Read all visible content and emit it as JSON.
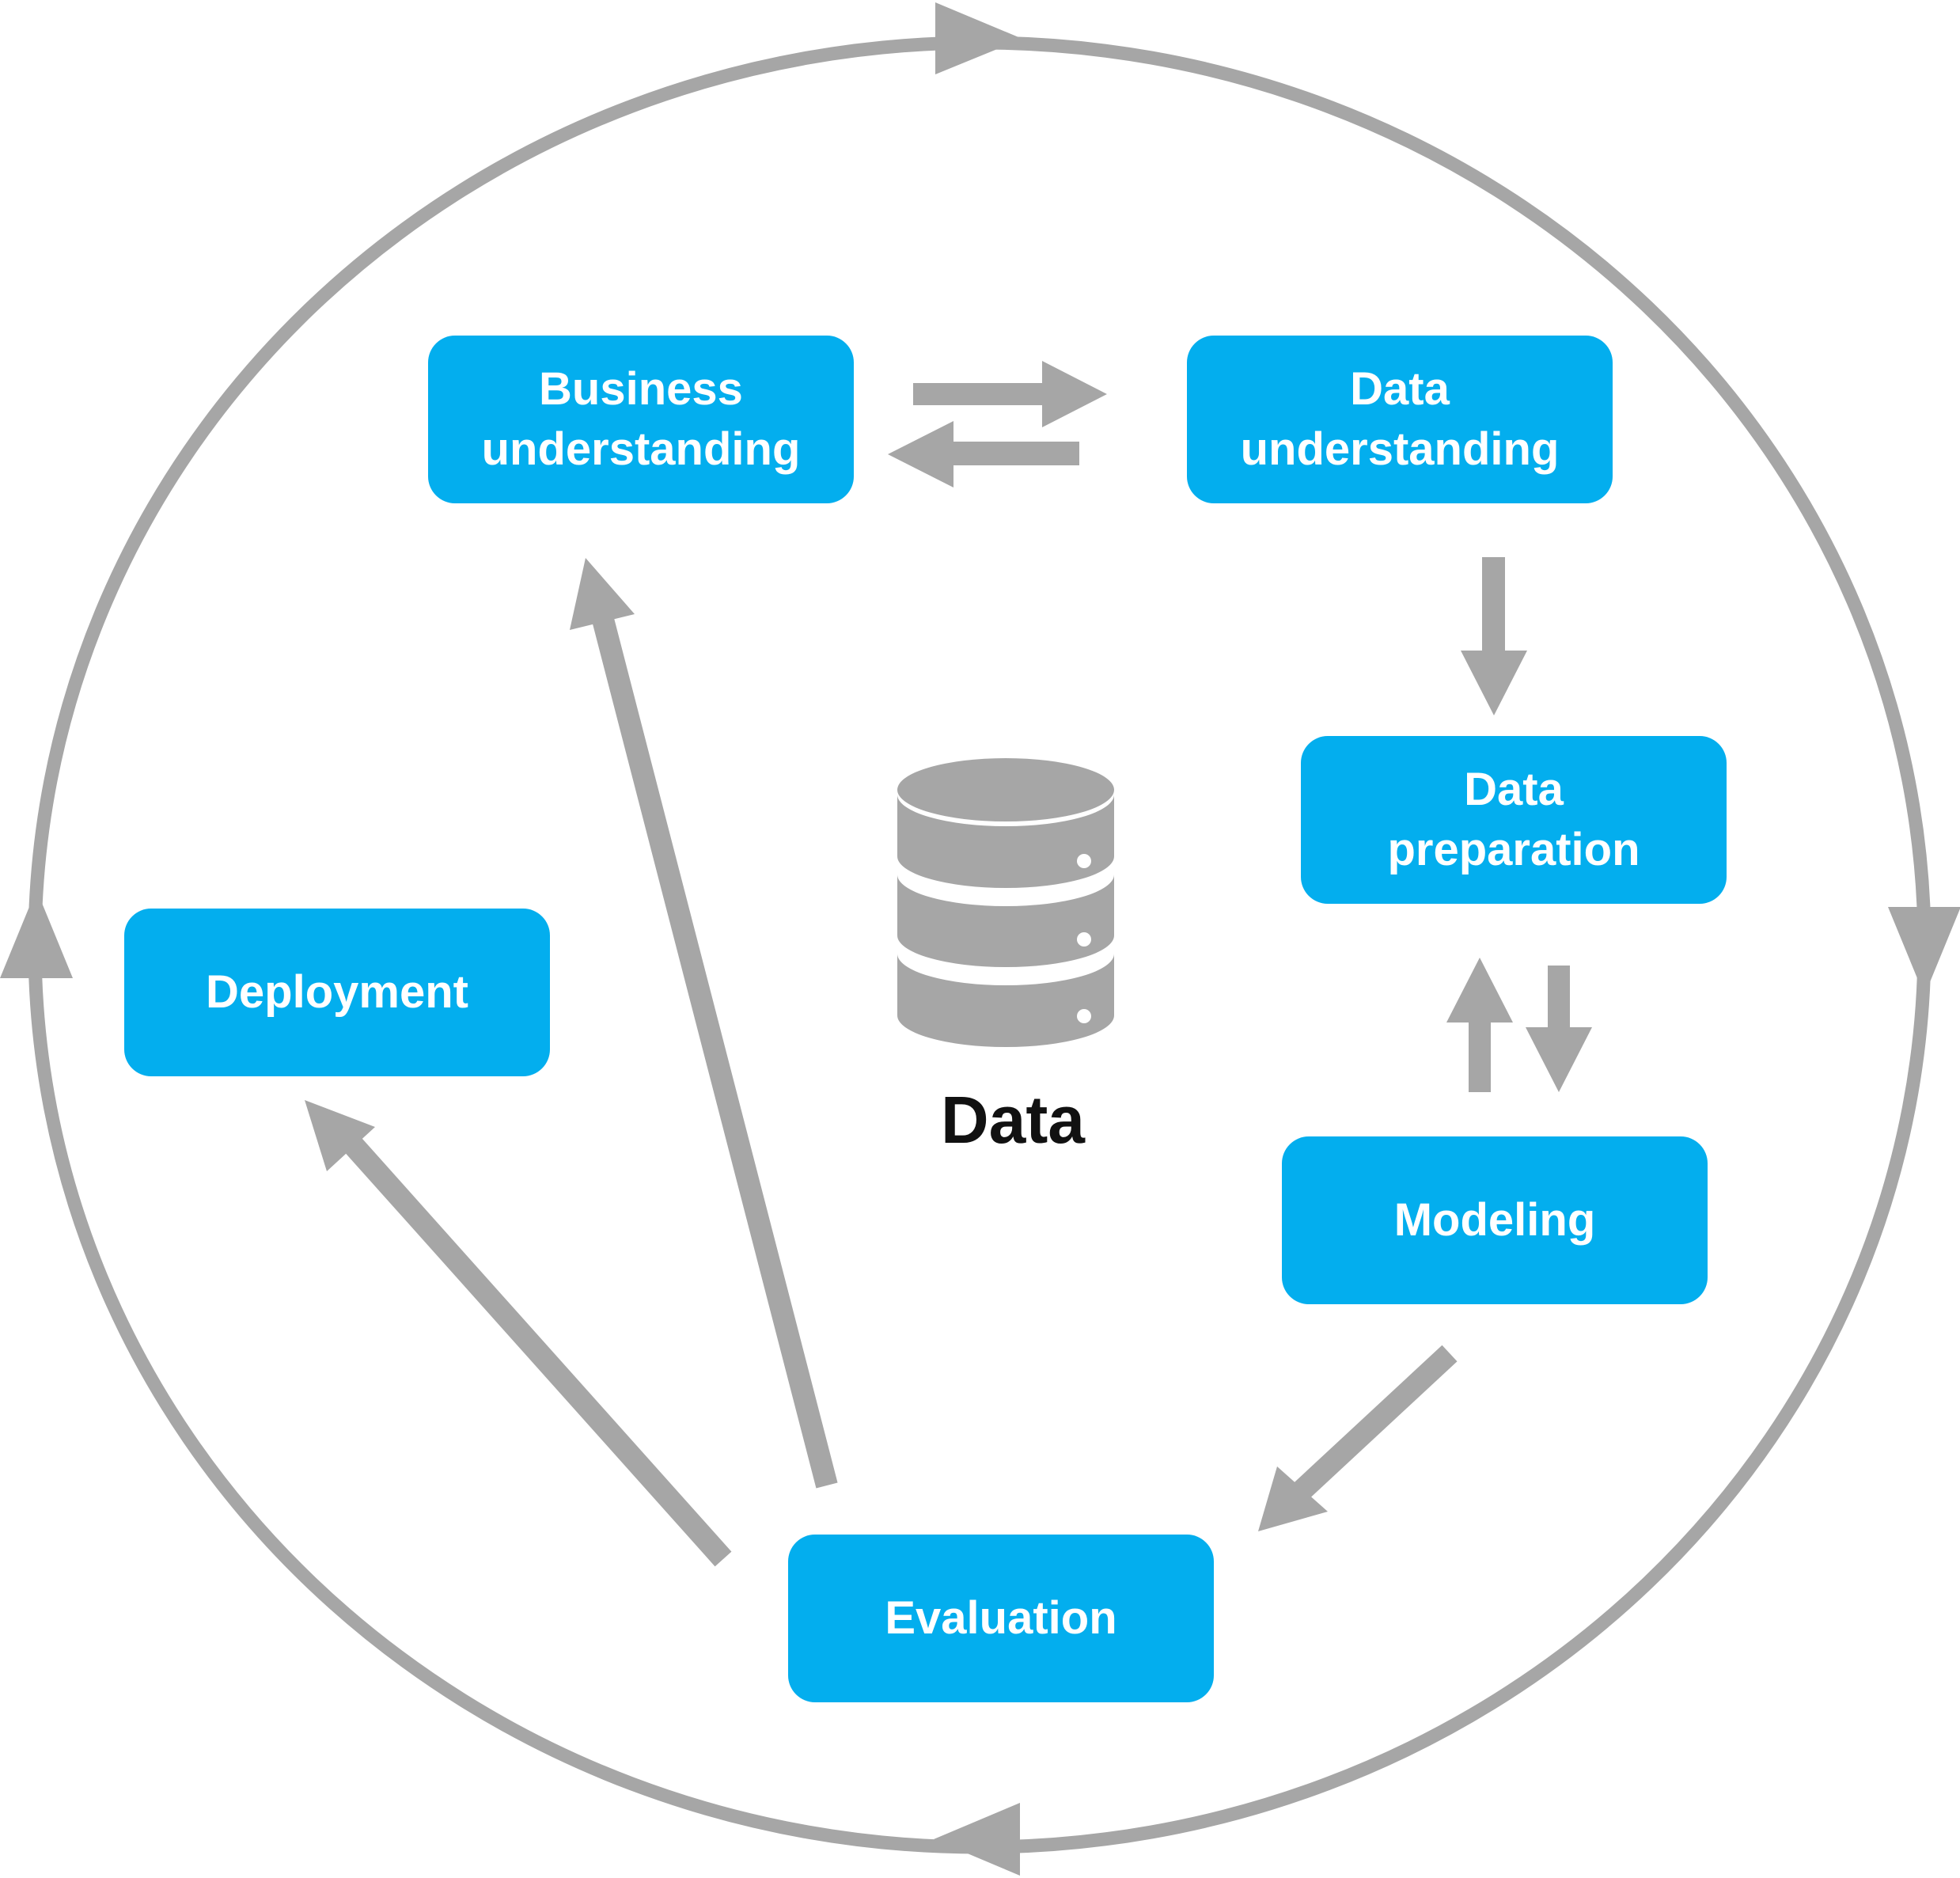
{
  "colors": {
    "box_fill": "#03aeee",
    "box_text": "#ffffff",
    "arrow": "#a6a6a6",
    "data_label": "#111111"
  },
  "phases": {
    "business_understanding": "Business\nunderstanding",
    "data_understanding": "Data\nunderstanding",
    "data_preparation": "Data\npreparation",
    "modeling": "Modeling",
    "evaluation": "Evaluation",
    "deployment": "Deployment"
  },
  "center": {
    "label": "Data",
    "icon": "database-icon"
  }
}
